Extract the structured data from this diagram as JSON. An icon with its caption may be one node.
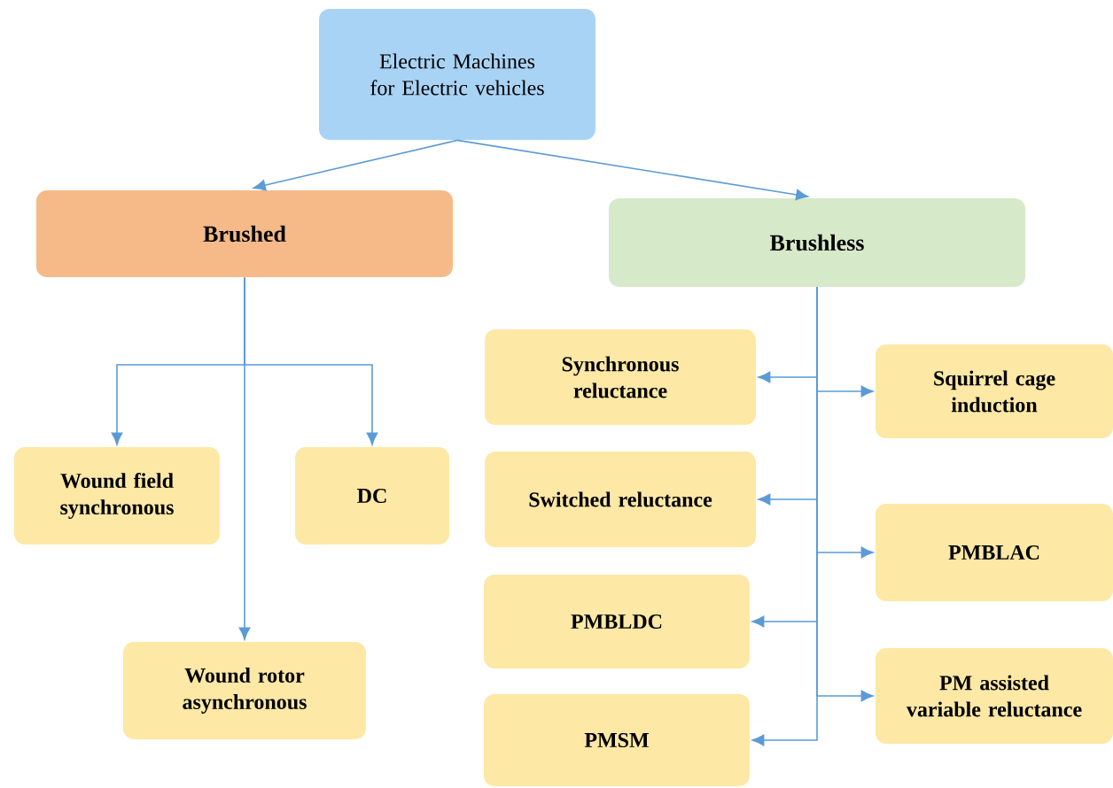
{
  "diagram": {
    "nodes": [
      {
        "text": [
          "Electric Machines for Electric vehicles"
        ]
      },
      {
        "text": [
          "Brushed"
        ]
      },
      {
        "text": [
          "Brushless"
        ]
      },
      {
        "text": [
          "Wound field synchronous"
        ]
      },
      {
        "text": [
          "DC"
        ]
      },
      {
        "text": [
          "Wound rotor asynchronous"
        ]
      },
      {
        "text": [
          "Synchronous reluctance"
        ]
      },
      {
        "text": [
          "Squirrel cage induction"
        ]
      },
      {
        "text": [
          "Switched reluctance"
        ]
      },
      {
        "text": [
          "PMBLAC"
        ]
      },
      {
        "text": [
          "PMBLDC"
        ]
      },
      {
        "text": [
          "PM assisted variable reluctance"
        ]
      },
      {
        "text": [
          "PMSM"
        ]
      }
    ],
    "edges": [
      {
        "from": 0,
        "to": 1,
        "arrow": "to"
      },
      {
        "from": 0,
        "to": 2,
        "arrow": "to"
      },
      {
        "from": 1,
        "to": 3,
        "arrow": "to"
      },
      {
        "from": 1,
        "to": 4,
        "arrow": "to"
      },
      {
        "from": 1,
        "to": 5,
        "arrow": "to"
      },
      {
        "from": 2,
        "to": 6,
        "arrow": "to"
      },
      {
        "from": 2,
        "to": 7,
        "arrow": "to"
      },
      {
        "from": 2,
        "to": 8,
        "arrow": "to"
      },
      {
        "from": 2,
        "to": 9,
        "arrow": "to"
      },
      {
        "from": 2,
        "to": 10,
        "arrow": "to"
      },
      {
        "from": 2,
        "to": 11,
        "arrow": "to"
      },
      {
        "from": 2,
        "to": 12,
        "arrow": "to"
      }
    ]
  }
}
